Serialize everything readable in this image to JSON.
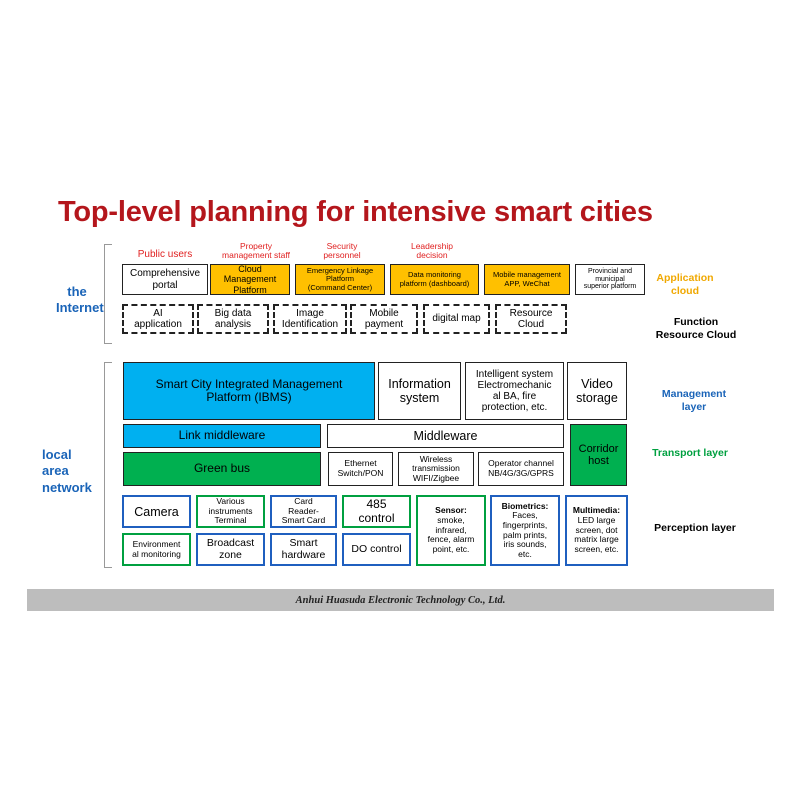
{
  "title": "Top-level planning for intensive smart cities",
  "side_labels": {
    "internet": "the\nInternet",
    "lan": "local\narea\nnetwork"
  },
  "user_labels": [
    "Public users",
    "Property\nmanagement staff",
    "Security\npersonnel",
    "Leadership\ndecision"
  ],
  "app_cloud": {
    "label": "Application\ncloud",
    "boxes": [
      "Comprehensive\nportal",
      "Cloud\nManagement\nPlatform",
      "Emergency Linkage\nPlatform\n(Command Center)",
      "Data monitoring\nplatform (dashboard)",
      "Mobile management\nAPP, WeChat",
      "Provincial and\nmunicipal\nsuperior platform"
    ]
  },
  "function_cloud": {
    "label": "Function\nResource Cloud",
    "boxes": [
      "AI\napplication",
      "Big data\nanalysis",
      "Image\nIdentification",
      "Mobile\npayment",
      "digital map",
      "Resource\nCloud"
    ]
  },
  "management": {
    "label": "Management\nlayer",
    "ibms": "Smart City Integrated Management\nPlatform (IBMS)",
    "info": "Information\nsystem",
    "intelligent": "Intelligent system\nElectromechanic\nal BA, fire\nprotection, etc.",
    "video": "Video\nstorage"
  },
  "transport": {
    "label": "Transport layer",
    "link": "Link middleware",
    "middleware": "Middleware",
    "corridor": "Corridor\nhost",
    "green_bus": "Green bus",
    "ethernet": "Ethernet\nSwitch/PON",
    "wireless": "Wireless\ntransmission\nWIFI/Zigbee",
    "operator": "Operator channel\nNB/4G/3G/GPRS"
  },
  "perception": {
    "label": "Perception layer",
    "camera": "Camera",
    "instruments": "Various\ninstruments\nTerminal",
    "card": "Card\nReader-\nSmart Card",
    "c485": "485\ncontrol",
    "sensor_title": "Sensor:",
    "sensor_body": "smoke,\ninfrared,\nfence, alarm\npoint, etc.",
    "bio_title": "Biometrics:",
    "bio_body": "Faces,\nfingerprints,\npalm prints,\niris sounds,\netc.",
    "multi_title": "Multimedia:",
    "multi_body": "LED large\nscreen, dot\nmatrix large\nscreen, etc.",
    "env": "Environment\nal monitoring",
    "broadcast": "Broadcast\nzone",
    "smart_hw": "Smart\nhardware",
    "do": "DO control"
  },
  "footer": "Anhui Huasuda Electronic Technology Co., Ltd.",
  "colors": {
    "title": "#b4161c",
    "user_label": "#e02020",
    "app_label": "#f0a800",
    "orange": "#ffc000",
    "blue": "#00b0f0",
    "green": "#00b050",
    "side_label": "#1a64b8"
  }
}
